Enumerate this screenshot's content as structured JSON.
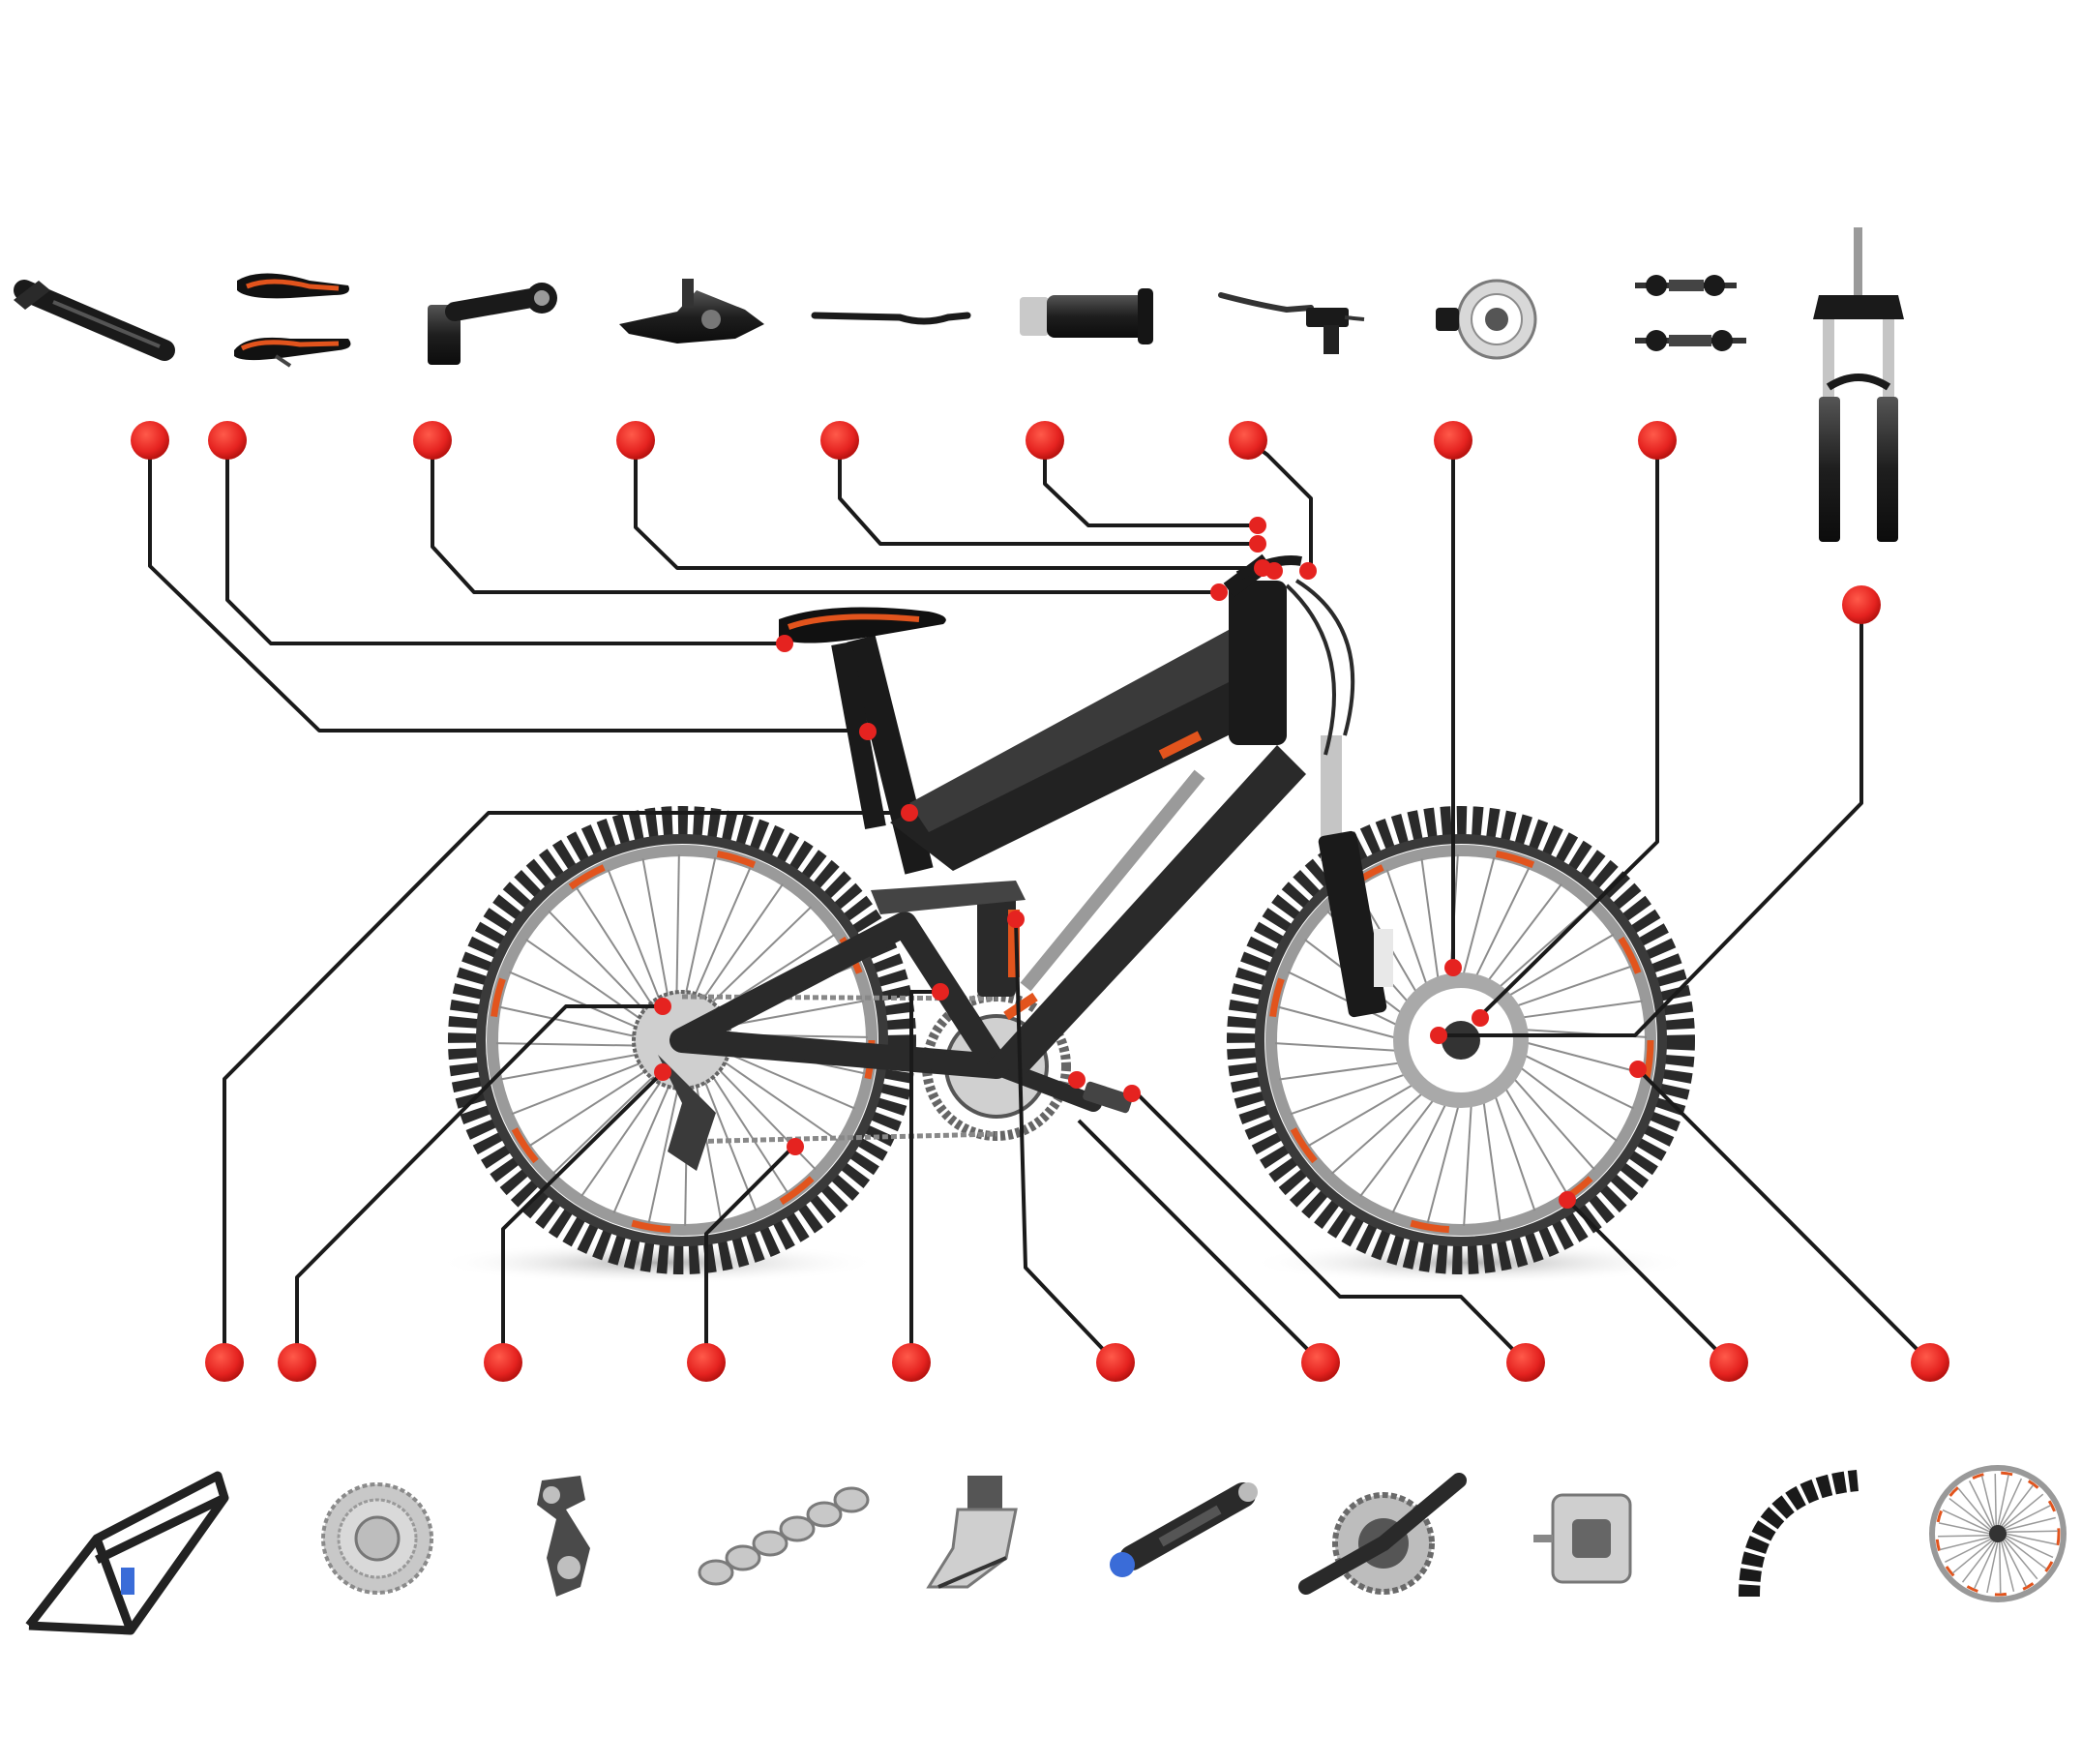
{
  "diagram": {
    "colors": {
      "background": "#ffffff",
      "leader_line": "#1a1a1a",
      "callout_dot": "#e52320",
      "callout_dot_dark": "#b8120f",
      "frame_dark": "#1b1b1b",
      "frame_gray": "#5a5a5a",
      "accent_orange": "#e2541d",
      "tire": "#2a2a2a",
      "spoke": "#8c8c8c",
      "metal": "#b9b9b9"
    },
    "top_parts": [
      {
        "id": "seatpost",
        "icon": "seatpost-icon"
      },
      {
        "id": "saddle",
        "icon": "saddle-icon"
      },
      {
        "id": "stem",
        "icon": "stem-icon"
      },
      {
        "id": "shifter",
        "icon": "shifter-icon"
      },
      {
        "id": "handlebar",
        "icon": "handlebar-icon"
      },
      {
        "id": "grip",
        "icon": "grip-icon"
      },
      {
        "id": "brake-lever",
        "icon": "brake-lever-icon"
      },
      {
        "id": "disc-rotor",
        "icon": "disc-rotor-icon"
      },
      {
        "id": "hubs",
        "icon": "hub-icon"
      },
      {
        "id": "suspension-fork",
        "icon": "suspension-fork-icon"
      }
    ],
    "bottom_parts": [
      {
        "id": "frame",
        "icon": "frame-icon"
      },
      {
        "id": "cassette",
        "icon": "cassette-icon"
      },
      {
        "id": "rear-derailleur",
        "icon": "rear-derailleur-icon"
      },
      {
        "id": "chain",
        "icon": "chain-icon"
      },
      {
        "id": "front-derailleur",
        "icon": "front-derailleur-icon"
      },
      {
        "id": "rear-shock",
        "icon": "rear-shock-icon"
      },
      {
        "id": "crankset",
        "icon": "crankset-icon"
      },
      {
        "id": "pedal",
        "icon": "pedal-icon"
      },
      {
        "id": "tire",
        "icon": "tire-icon"
      },
      {
        "id": "wheel",
        "icon": "wheel-icon"
      }
    ]
  }
}
